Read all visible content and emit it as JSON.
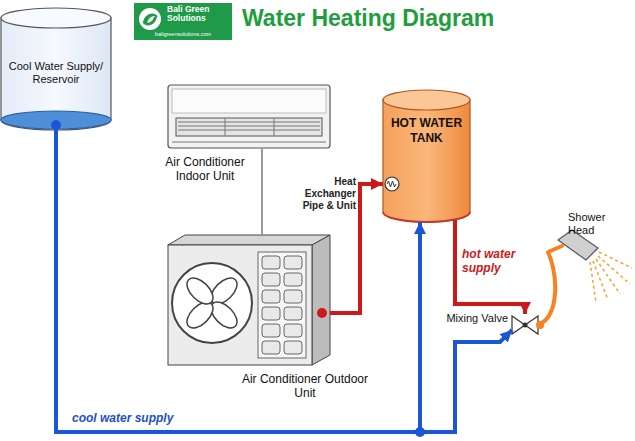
{
  "diagram": {
    "title": "Water Heating Diagram",
    "nodes": [
      {
        "text": [
          "Bali Green Solutions",
          "baligreensolutions.com"
        ]
      },
      {
        "text": [
          "Cool Water Supply/ Reservoir"
        ]
      },
      {
        "text": [
          "Air Conditioner Indoor Unit"
        ]
      },
      {
        "text": [
          "HOT WATER TANK"
        ]
      },
      {
        "text": [
          "Air Conditioner Outdoor Unit"
        ]
      },
      {
        "text": [
          "Mixing Valve"
        ]
      },
      {
        "text": [
          "Shower Head"
        ]
      }
    ],
    "edges": [
      {
        "from": 1,
        "to": 3,
        "arrow": "to"
      },
      {
        "from": 1,
        "to": 5,
        "arrow": "to",
        "label": "cool water supply"
      },
      {
        "from": 2,
        "to": 4,
        "arrow": "none"
      },
      {
        "from": 4,
        "to": 3,
        "arrow": "to"
      },
      {
        "from": 3,
        "to": 5,
        "arrow": "to",
        "label": "hot water supply"
      },
      {
        "from": 5,
        "to": 6,
        "arrow": "none"
      }
    ],
    "labels": [
      "Heat Exchanger Pipe & Unit"
    ]
  }
}
